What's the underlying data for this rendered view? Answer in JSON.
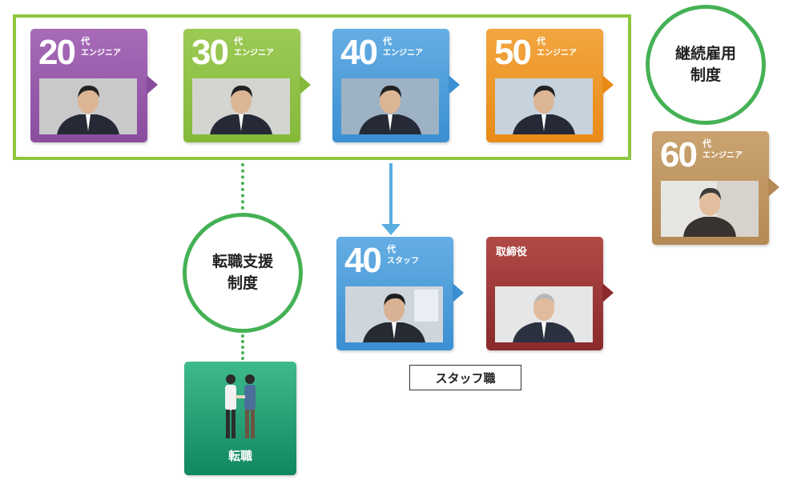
{
  "engineer_cards": [
    {
      "age": "20",
      "unit": "代",
      "role": "エンジニア",
      "color": "#8a4d9e",
      "color2": "#a76bb8"
    },
    {
      "age": "30",
      "unit": "代",
      "role": "エンジニア",
      "color": "#84b93a",
      "color2": "#9cca55"
    },
    {
      "age": "40",
      "unit": "代",
      "role": "エンジニア",
      "color": "#3b8fd1",
      "color2": "#65aee4"
    },
    {
      "age": "50",
      "unit": "代",
      "role": "エンジニア",
      "color": "#e98a17",
      "color2": "#f2a640"
    }
  ],
  "card_60": {
    "age": "60",
    "unit": "代",
    "role": "エンジニア",
    "color": "#b58a55",
    "color2": "#caa370"
  },
  "staff_card": {
    "age": "40",
    "unit": "代",
    "role": "スタッフ",
    "color": "#3b8fd1",
    "color2": "#65aee4"
  },
  "director_card": {
    "title": "取締役",
    "color": "#8a2a2c",
    "color2": "#b04a46"
  },
  "circles": {
    "continued_employment": [
      "継続雇用",
      "制度"
    ],
    "job_change_support": [
      "転職支援",
      "制度"
    ]
  },
  "staff_tag": "スタッフ職",
  "job_change_box": {
    "label": "転職",
    "color": "#1f9e72"
  },
  "colors": {
    "frame": "#8dc63f",
    "circle": "#45b155",
    "down_arrow": "#5aaee0"
  }
}
